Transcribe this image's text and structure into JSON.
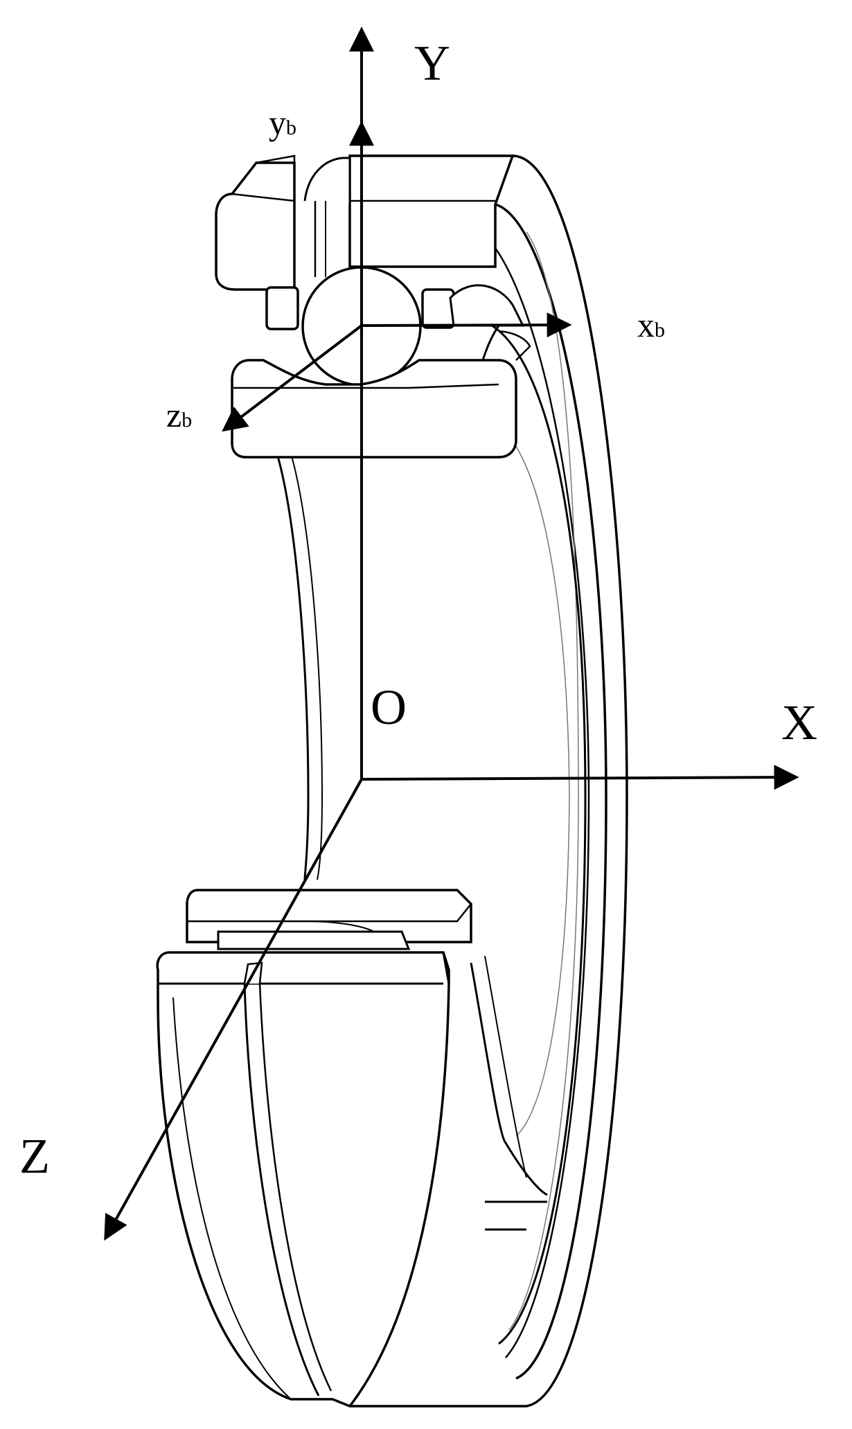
{
  "axes": {
    "global": {
      "y": "Y",
      "x": "X",
      "z": "Z",
      "origin": "O"
    },
    "ball": {
      "x": "x",
      "x_sub": "b",
      "y": "y",
      "y_sub": "b",
      "z": "z",
      "z_sub": "b"
    }
  },
  "colors": {
    "ink": "#000000",
    "paper": "#ffffff",
    "hidden_line": "#777777"
  }
}
